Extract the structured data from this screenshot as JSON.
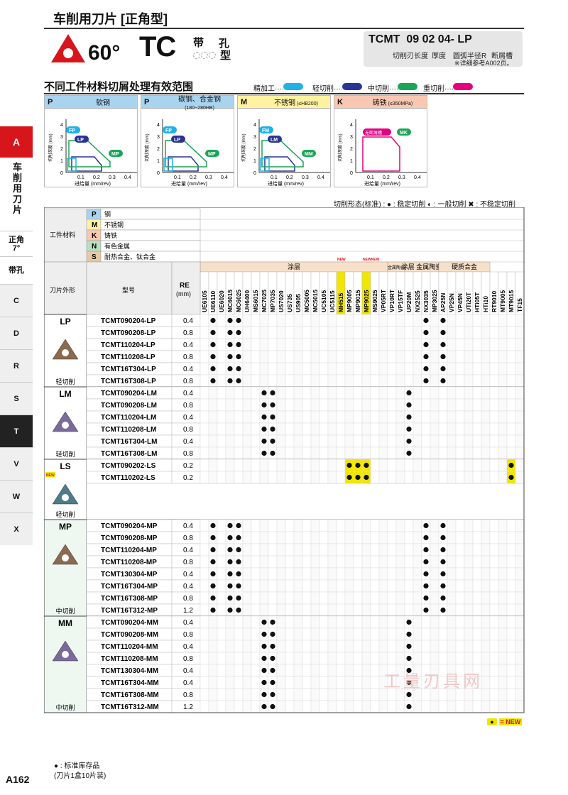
{
  "header": {
    "title": "车削用刀片 [正角型]",
    "angle": "60°",
    "shape": "TC",
    "hole_label1": "带",
    "hole_label2": "孔",
    "hole_label3": "型",
    "code": "TCMT  09 02 04- LP",
    "code_labels": [
      "切削刃长度",
      "厚度",
      "圆弧半径R",
      "断屑槽"
    ],
    "code_ref": "※详细参考A002页。"
  },
  "colors": {
    "accent": "#d7161b",
    "finish": "#1fb2e8",
    "light": "#2a3494",
    "medium": "#1aa558",
    "heavy": "#e4007f",
    "P": "#a9d4f0",
    "M": "#fff2a0",
    "K": "#f9c8b2",
    "N": "#b7e0c2",
    "S": "#e8c9a5",
    "yellow": "#f2e600",
    "dot": "#111111"
  },
  "section": {
    "title": "不同工件材料切屑处理有效范围",
    "legend": [
      {
        "label": "精加工",
        "color": "finish"
      },
      {
        "label": "轻切削",
        "color": "light"
      },
      {
        "label": "中切削",
        "color": "medium"
      },
      {
        "label": "重切削",
        "color": "heavy"
      }
    ]
  },
  "charts": [
    {
      "mat": "P",
      "name": "软钢",
      "sub": "",
      "color": "P",
      "labels": [
        "FP",
        "LP",
        "MP"
      ]
    },
    {
      "mat": "P",
      "name": "碳钢、合金钢",
      "sub": "(180~280HB)",
      "color": "P",
      "labels": [
        "FP",
        "LP",
        "MP"
      ]
    },
    {
      "mat": "M",
      "name": "不锈钢",
      "sub": "(≤HB200)",
      "color": "M",
      "labels": [
        "FM",
        "LM",
        "MM"
      ]
    },
    {
      "mat": "K",
      "name": "铸铁",
      "sub": "(≤350MPa)",
      "color": "K",
      "labels": [
        "无断屑槽",
        "MK"
      ]
    }
  ],
  "chart_common": {
    "ylabel": "切削深度 (mm)",
    "xlabel": "进给量 (mm/rev)",
    "yticks": [
      "1",
      "2",
      "3",
      "4"
    ],
    "xticks": [
      "0.1",
      "0.2",
      "0.3",
      "0.4"
    ],
    "origin": "0"
  },
  "sidebar": {
    "active": "A",
    "vertical": "车削用刀片",
    "sub1": "正角",
    "sub2": "7°",
    "sub3": "带孔",
    "tabs": [
      "C",
      "D",
      "R",
      "S",
      "T",
      "V",
      "W",
      "X"
    ]
  },
  "chip_legend": "切削形态(标准) : ● : 稳定切削  ◐ : 一般切削  ✖ : 不稳定切削",
  "table": {
    "workpiece_label": "工件材料",
    "materials": [
      {
        "k": "P",
        "t": "钢"
      },
      {
        "k": "M",
        "t": "不锈钢"
      },
      {
        "k": "K",
        "t": "铸铁"
      },
      {
        "k": "N",
        "t": "有色金属"
      },
      {
        "k": "S",
        "t": "耐热合金、钛合金"
      }
    ],
    "col_shape": "刀片外形",
    "col_model": "型号",
    "col_re": "RE",
    "col_re_unit": "(mm)",
    "groups_hdr": [
      {
        "t": "涂层",
        "span": 22
      },
      {
        "t": "金属陶瓷",
        "span": 2
      },
      {
        "t": "涂层 金属陶瓷",
        "span": 4
      },
      {
        "t": "硬质合金",
        "span": 6
      }
    ],
    "grades": [
      "UE6105",
      "UE6110",
      "UE6020",
      "MC6015",
      "MC6025",
      "UH6400",
      "MS6015",
      "MC7025",
      "MP7035",
      "US7020",
      "US735",
      "US905",
      "MC5005",
      "MC5015",
      "UC5105",
      "UC5115",
      "MH515",
      "MP9005",
      "MP9015",
      "MP9025",
      "MS9025",
      "VP05RT",
      "VP10RT",
      "VP15TF",
      "UP20M",
      "NX2525",
      "NX3035",
      "MP3025",
      "AP25N",
      "VP25N",
      "VP45N",
      "UTi20T",
      "HTi05T",
      "HTi10",
      "RT9010",
      "MT9005",
      "MT9015",
      "TF15"
    ],
    "new_tags": {
      "16": "NEW",
      "19": "NEWNEW"
    },
    "sections": [
      {
        "code": "LP",
        "label": "轻切削",
        "rows": [
          [
            "TCMT090204-LP",
            "0.4"
          ],
          [
            "TCMT090208-LP",
            "0.8"
          ],
          [
            "TCMT110204-LP",
            "0.4"
          ],
          [
            "TCMT110208-LP",
            "0.8"
          ],
          [
            "TCMT16T304-LP",
            "0.4"
          ],
          [
            "TCMT16T308-LP",
            "0.8"
          ]
        ],
        "cols": [
          1,
          3,
          4,
          26,
          28
        ]
      },
      {
        "code": "LM",
        "label": "轻切削",
        "rows": [
          [
            "TCMT090204-LM",
            "0.4"
          ],
          [
            "TCMT090208-LM",
            "0.8"
          ],
          [
            "TCMT110204-LM",
            "0.4"
          ],
          [
            "TCMT110208-LM",
            "0.8"
          ],
          [
            "TCMT16T304-LM",
            "0.4"
          ],
          [
            "TCMT16T308-LM",
            "0.8"
          ]
        ],
        "cols": [
          7,
          8,
          24
        ]
      },
      {
        "code": "LS",
        "label": "轻切削",
        "new": "NEW",
        "rows": [
          [
            "TCMT090202-LS",
            "0.2"
          ],
          [
            "TCMT110202-LS",
            "0.2"
          ]
        ],
        "cols": [
          17,
          18,
          19,
          36
        ],
        "yellow": [
          17,
          18,
          19,
          36
        ]
      },
      {
        "code": "MP",
        "label": "中切削",
        "rows": [
          [
            "TCMT090204-MP",
            "0.4"
          ],
          [
            "TCMT090208-MP",
            "0.8"
          ],
          [
            "TCMT110204-MP",
            "0.4"
          ],
          [
            "TCMT110208-MP",
            "0.8"
          ],
          [
            "TCMT130304-MP",
            "0.4"
          ],
          [
            "TCMT16T304-MP",
            "0.4"
          ],
          [
            "TCMT16T308-MP",
            "0.8"
          ],
          [
            "TCMT16T312-MP",
            "1.2"
          ]
        ],
        "cols": [
          1,
          3,
          4,
          26,
          28
        ]
      },
      {
        "code": "MM",
        "label": "中切削",
        "rows": [
          [
            "TCMT090204-MM",
            "0.4"
          ],
          [
            "TCMT090208-MM",
            "0.8"
          ],
          [
            "TCMT110204-MM",
            "0.4"
          ],
          [
            "TCMT110208-MM",
            "0.8"
          ],
          [
            "TCMT130304-MM",
            "0.4"
          ],
          [
            "TCMT16T304-MM",
            "0.4"
          ],
          [
            "TCMT16T308-MM",
            "0.8"
          ],
          [
            "TCMT16T312-MM",
            "1.2"
          ]
        ],
        "cols": [
          7,
          8,
          24
        ]
      }
    ]
  },
  "new_legend": "= NEW",
  "footnote1": "● : 标准库存品",
  "footnote2": "(刀片1盒10片装)",
  "page": "A162"
}
